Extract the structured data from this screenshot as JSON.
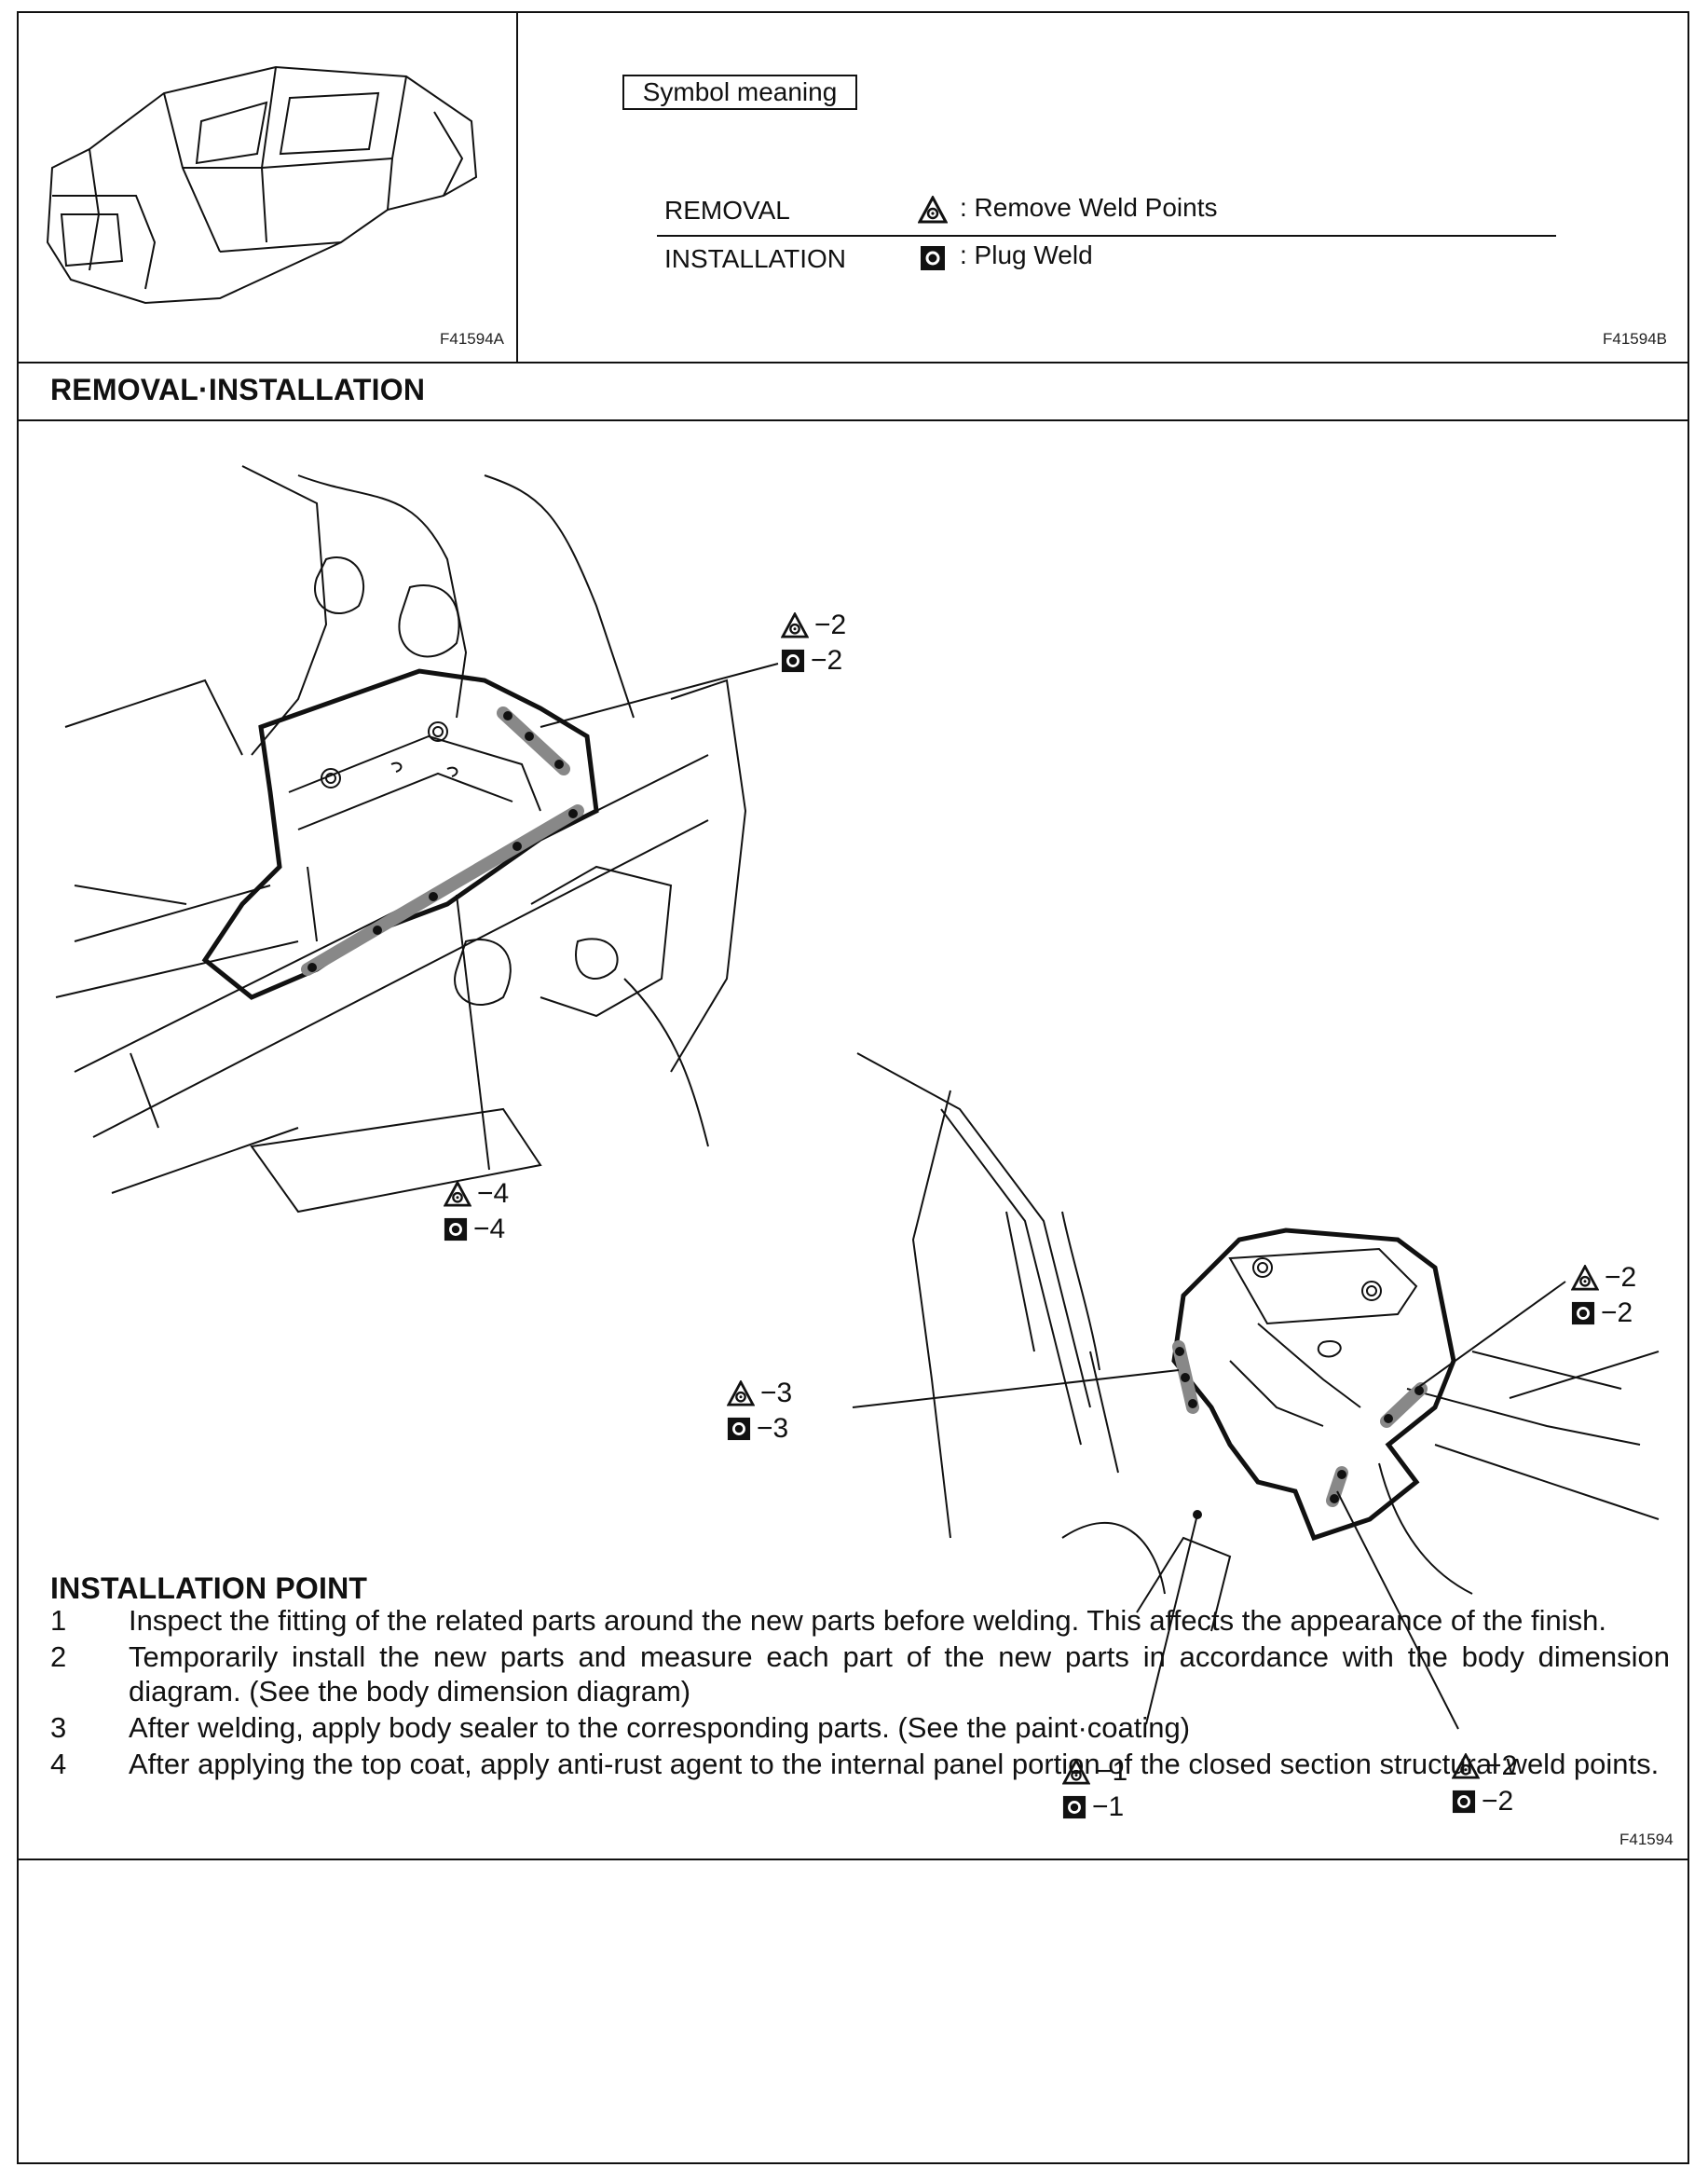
{
  "header": {
    "left_code": "F41594A",
    "right_code": "F41594B",
    "legend_title": "Symbol meaning",
    "legend": [
      {
        "label": "REMOVAL",
        "symbol": "remove-weld-icon",
        "meaning": ": Remove Weld Points"
      },
      {
        "label": "INSTALLATION",
        "symbol": "plug-weld-icon",
        "meaning": ": Plug Weld"
      }
    ]
  },
  "section_title": "REMOVAL·INSTALLATION",
  "diagram": {
    "code": "F41594",
    "callouts": [
      {
        "remove": "−2",
        "plug": "−2"
      },
      {
        "remove": "−4",
        "plug": "−4"
      },
      {
        "remove": "−2",
        "plug": "−2"
      },
      {
        "remove": "−3",
        "plug": "−3"
      },
      {
        "remove": "−1",
        "plug": "−1"
      },
      {
        "remove": "−2",
        "plug": "−2"
      }
    ]
  },
  "installation": {
    "title": "INSTALLATION POINT",
    "steps": [
      {
        "num": "1",
        "text": "Inspect the fitting of the related parts around the new parts before welding. This affects the appearance of the finish."
      },
      {
        "num": "2",
        "text": "Temporarily install the new parts and measure each part of the new parts in accordance with the body dimension diagram. (See the body dimension diagram)"
      },
      {
        "num": "3",
        "text": "After welding, apply body sealer to the corresponding parts. (See the paint·coating)"
      },
      {
        "num": "4",
        "text": "After applying the top coat, apply anti-rust agent to the internal panel portion of the closed section structural weld points."
      }
    ]
  }
}
